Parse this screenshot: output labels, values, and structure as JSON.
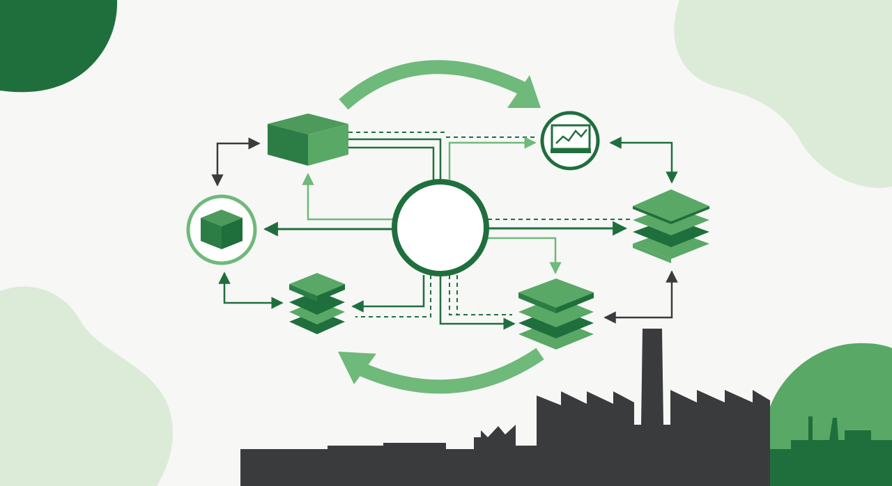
{
  "colors": {
    "background": "#f7f7f6",
    "dark_green": "#1f6f3d",
    "mid_green": "#5aa866",
    "light_green": "#6fb97a",
    "pale_green": "#dcebd8",
    "factory": "#3a3b3d",
    "arrow_gray": "#3a3b3d"
  },
  "diagram": {
    "hub": {
      "name": "central-hub",
      "label": ""
    },
    "nodes": [
      {
        "id": "top-box",
        "shape": "cube"
      },
      {
        "id": "analytics-monitor",
        "shape": "circle-badge",
        "icon": "line-chart-monitor-icon"
      },
      {
        "id": "left-badge",
        "shape": "circle-badge",
        "icon": "cube-icon"
      },
      {
        "id": "right-stack",
        "shape": "layered-stack"
      },
      {
        "id": "lower-left-stack",
        "shape": "layered-stack"
      },
      {
        "id": "lower-right-stack",
        "shape": "layered-stack"
      }
    ],
    "cycle_arrows": [
      "top-curved-arrow",
      "bottom-curved-arrow"
    ],
    "background_shapes": [
      "top-left-blob",
      "top-right-blob",
      "bottom-left-blob",
      "bottom-right-blob"
    ],
    "footer_silhouette": "factory-skyline"
  }
}
